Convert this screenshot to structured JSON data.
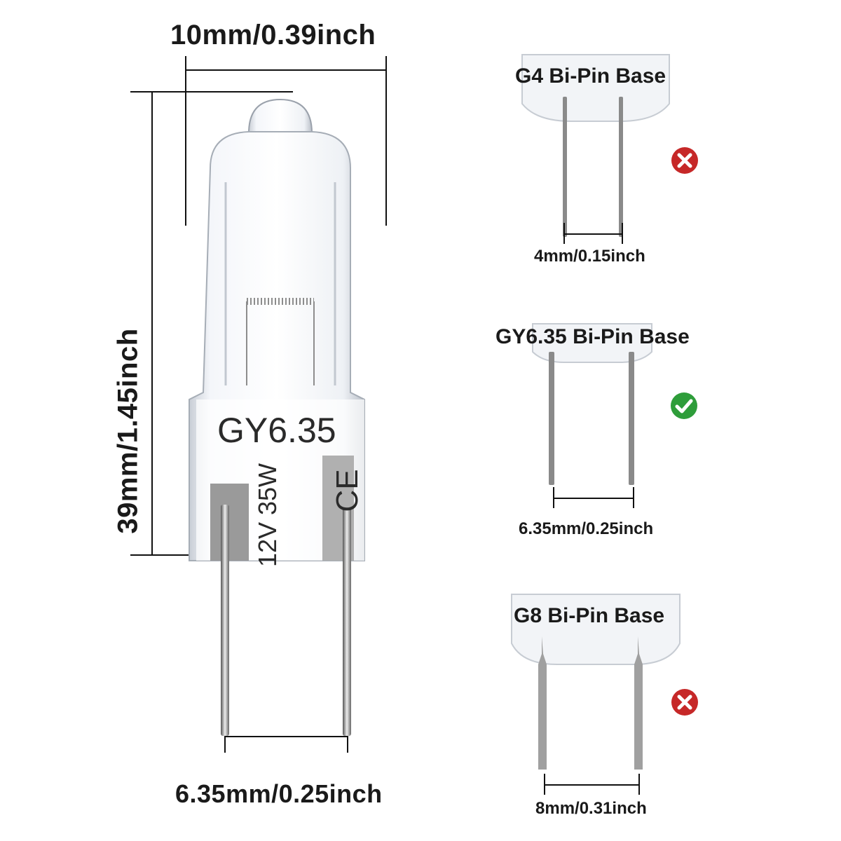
{
  "main_bulb": {
    "width_label": "10mm/0.39inch",
    "height_label": "39mm/1.45inch",
    "pin_spacing_label": "6.35mm/0.25inch",
    "base_print": "GY6.35",
    "rating_print": "12V 35W",
    "mark_print": "CE"
  },
  "bases": [
    {
      "title": "G4 Bi-Pin Base",
      "spacing": "4mm/0.15inch",
      "status_icon": "cross-icon",
      "color": "#c62828"
    },
    {
      "title": "GY6.35 Bi-Pin Base",
      "spacing": "6.35mm/0.25inch",
      "status_icon": "check-icon",
      "color": "#2e9d3a"
    },
    {
      "title": "G8 Bi-Pin Base",
      "spacing": "8mm/0.31inch",
      "status_icon": "cross-icon",
      "color": "#c62828"
    }
  ]
}
